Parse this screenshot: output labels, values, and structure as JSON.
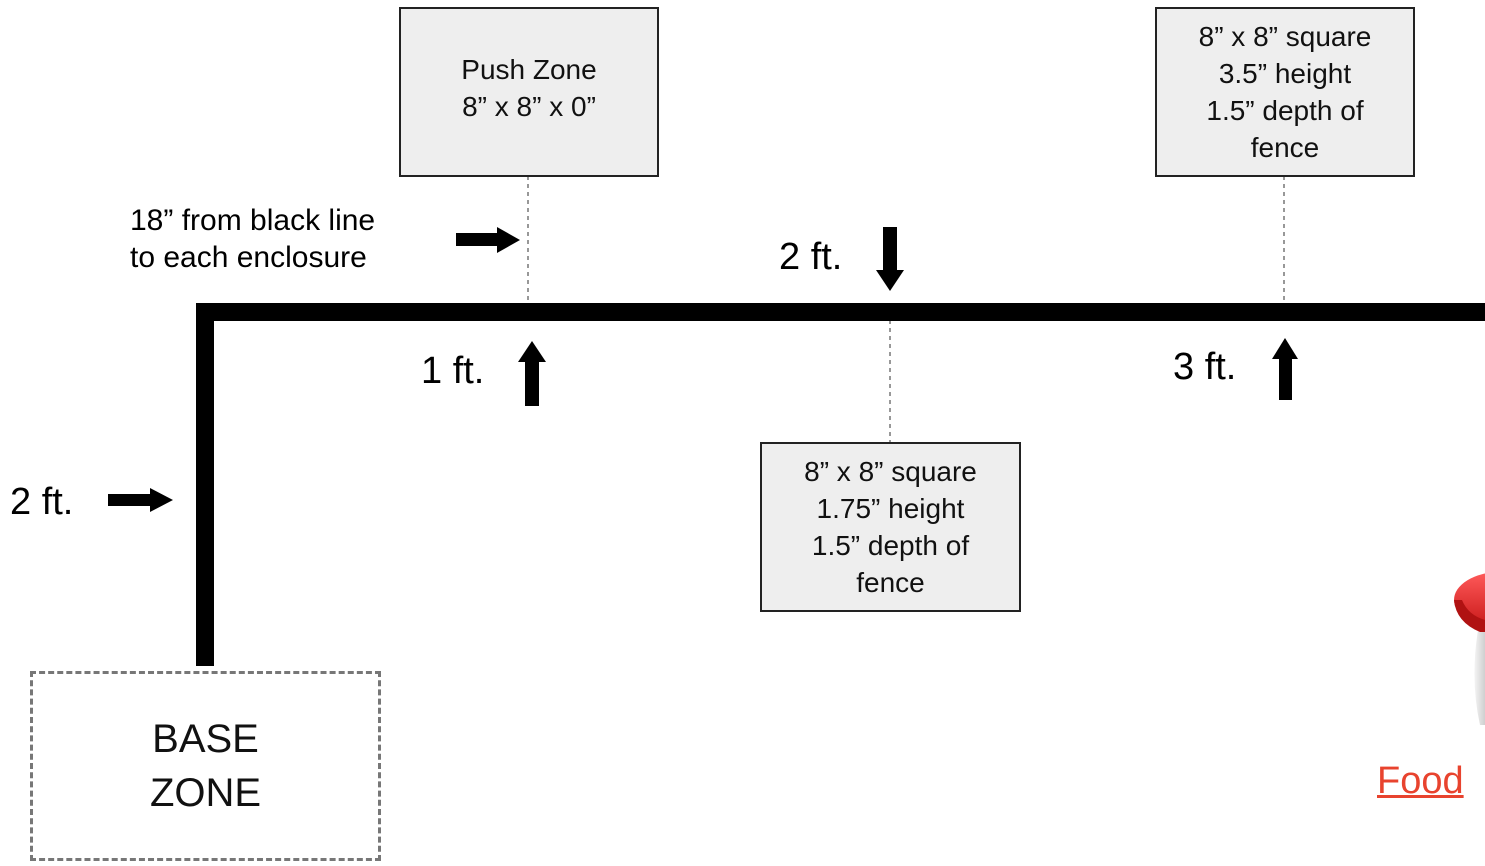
{
  "boxes": {
    "push_zone": {
      "lines": [
        "Push Zone",
        "8” x 8” x 0”"
      ]
    },
    "enclosure_top_right": {
      "lines": [
        "8” x 8” square",
        "3.5” height",
        "1.5” depth of",
        "fence"
      ]
    },
    "enclosure_middle": {
      "lines": [
        "8” x 8” square",
        "1.75” height",
        "1.5” depth of",
        "fence"
      ]
    }
  },
  "note_18in": {
    "lines": [
      "18” from black line",
      "to each enclosure"
    ]
  },
  "distances": {
    "first": "1 ft.",
    "second": "2 ft.",
    "third": "3 ft.",
    "left_vertical": "2 ft."
  },
  "base_zone": {
    "lines": [
      "BASE",
      "ZONE"
    ]
  },
  "food_link": "Food",
  "colors": {
    "track": "#000000",
    "box_fill": "#eeeeee",
    "dashed": "#777777",
    "link": "#e8432e",
    "lid": "#e32626"
  },
  "icons": {
    "arrows": [
      "arrow-right-icon",
      "arrow-down-icon",
      "arrow-up-icon"
    ],
    "food": "food-container-image"
  }
}
